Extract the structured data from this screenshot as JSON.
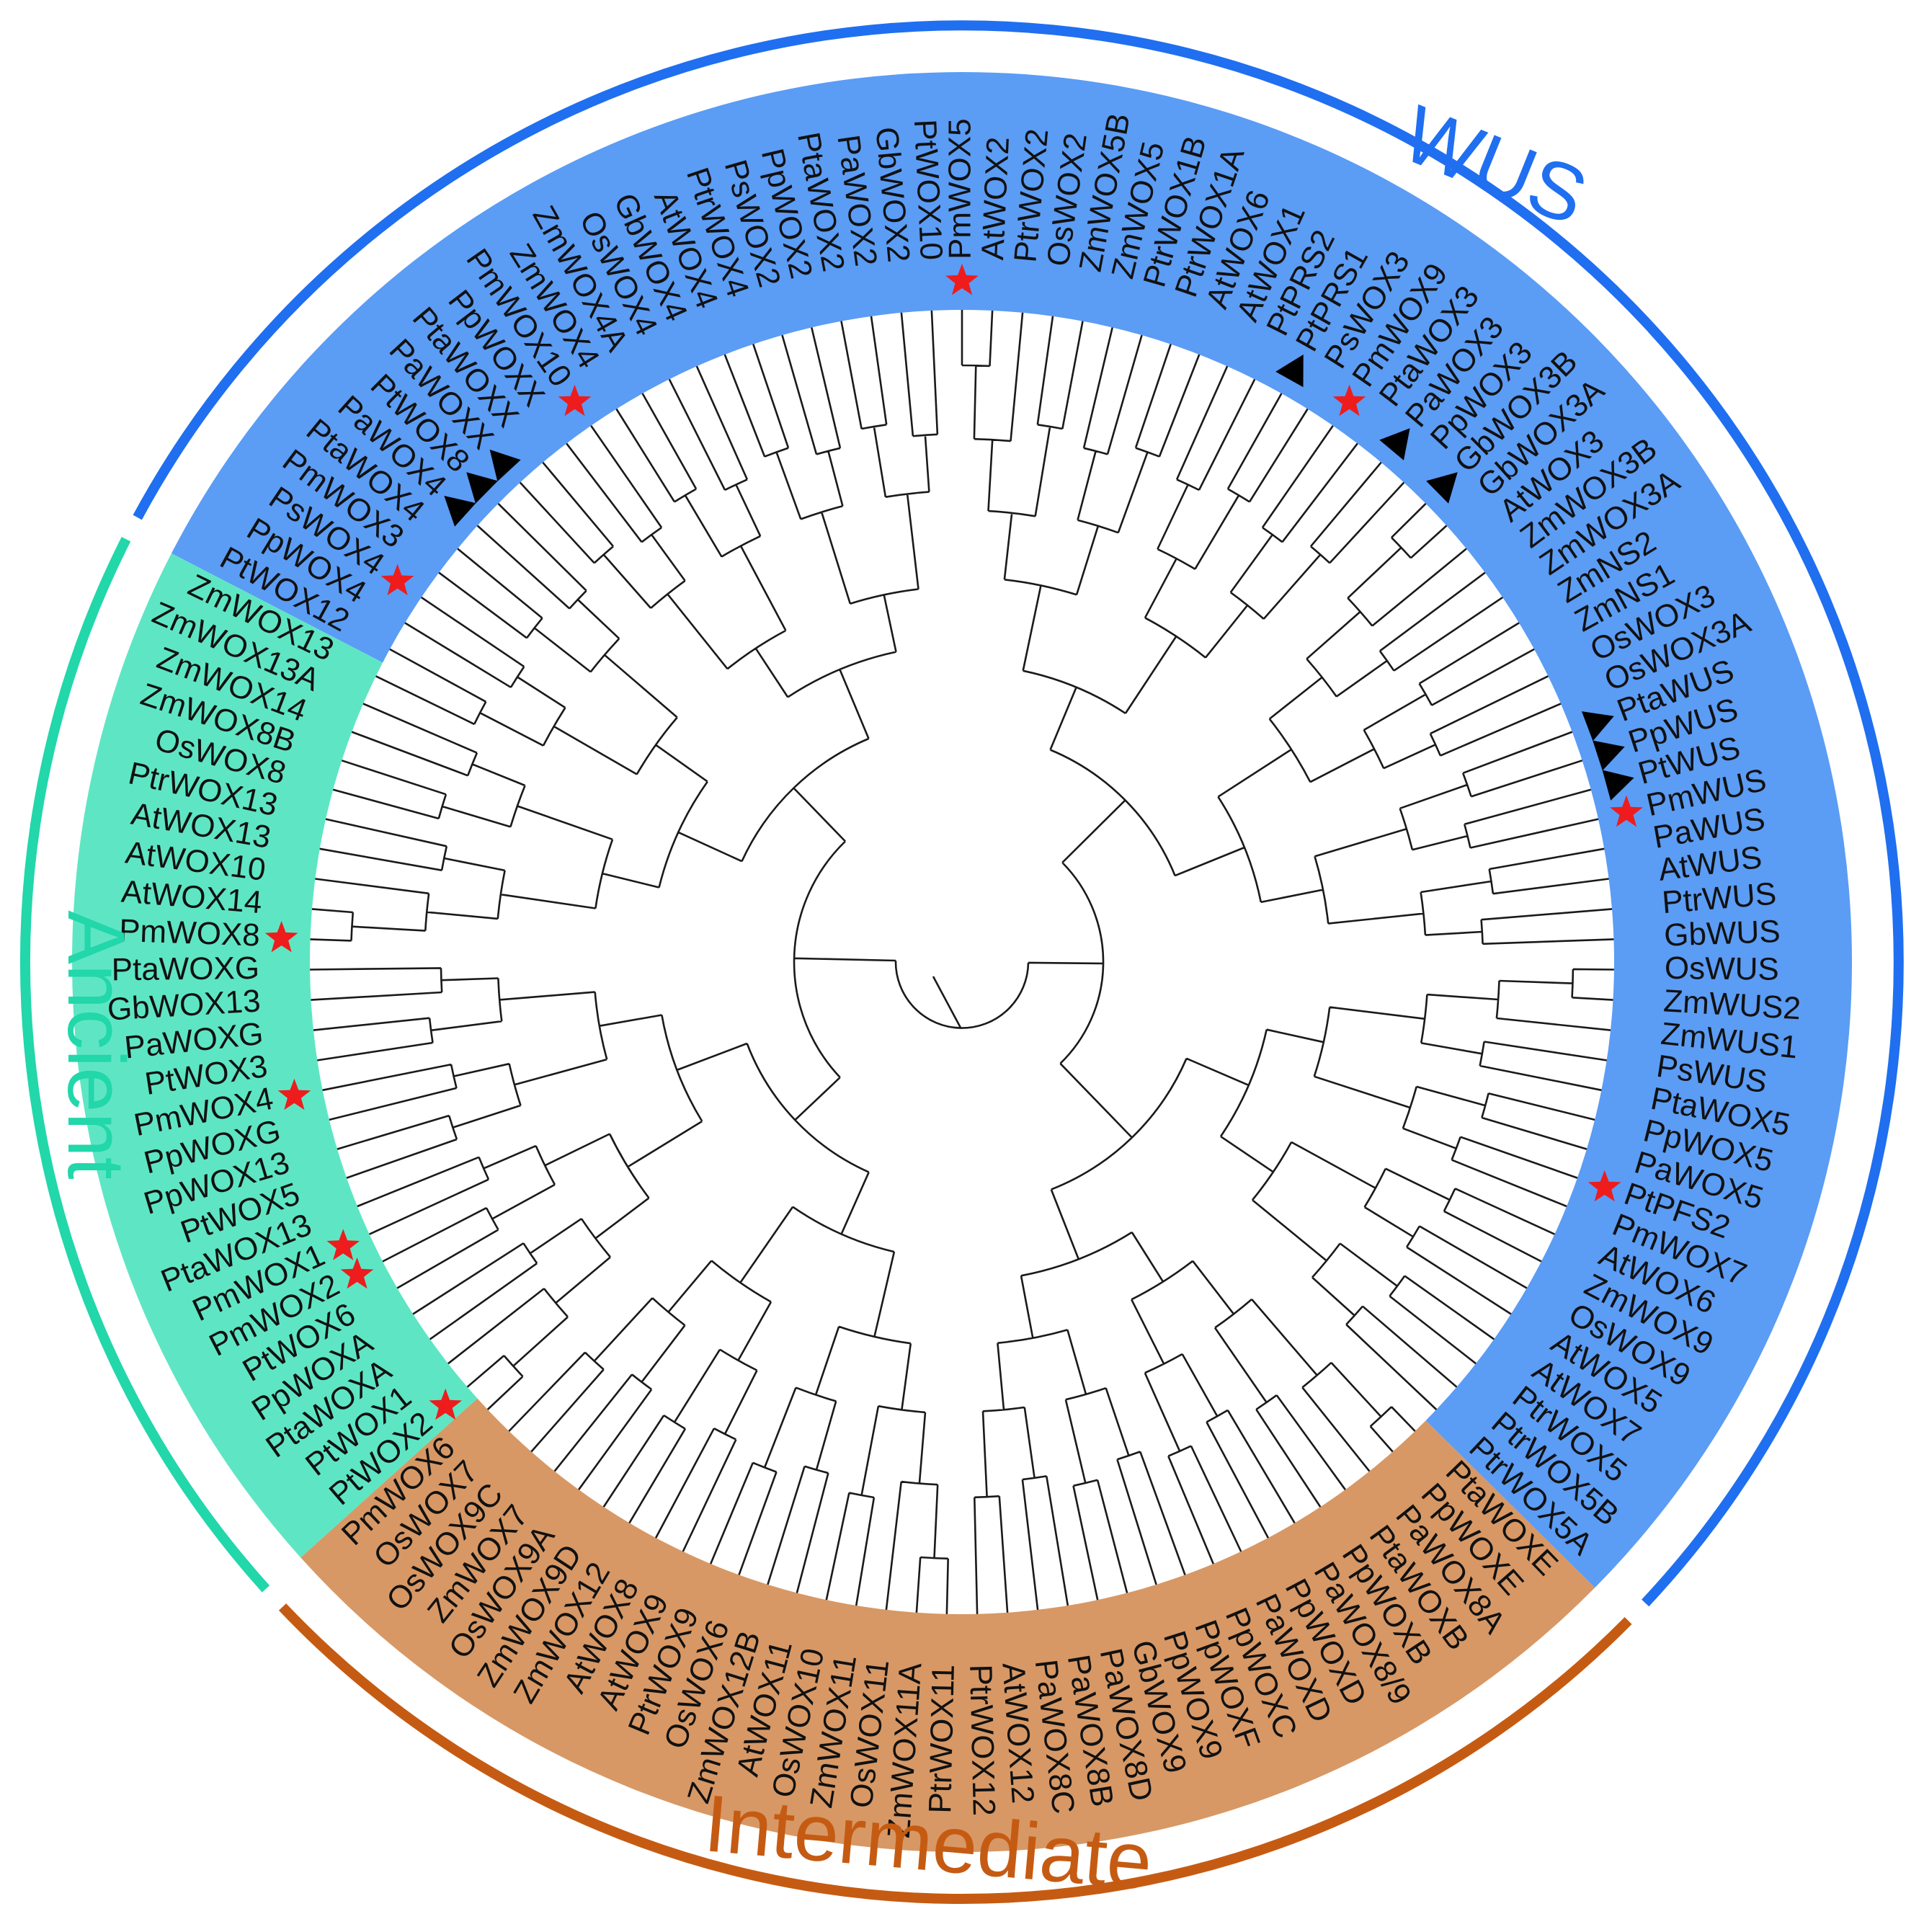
{
  "colors": {
    "wus": "#1f6ff0",
    "wus_fill": "#5b9cf5",
    "ancient": "#22d7aa",
    "ancient_fill": "#5ee6c4",
    "intermediate": "#c55b12",
    "intermediate_fill": "#d79865",
    "star": "#ee1c1c",
    "triangle": "#000000",
    "branch": "#1a1a1a"
  },
  "clades": [
    {
      "id": "wus",
      "label": "WUS"
    },
    {
      "id": "ancient",
      "label": "Ancient"
    },
    {
      "id": "intermediate",
      "label": "Intermediate"
    }
  ],
  "leaves": [
    {
      "name": "PmWOX5",
      "clade": "wus",
      "marker": "star"
    },
    {
      "name": "AtWOX2",
      "clade": "wus",
      "marker": null
    },
    {
      "name": "PtrWOX2",
      "clade": "wus",
      "marker": null
    },
    {
      "name": "OsWOX2",
      "clade": "wus",
      "marker": null
    },
    {
      "name": "ZmWOX5B",
      "clade": "wus",
      "marker": null
    },
    {
      "name": "ZmWOX5",
      "clade": "wus",
      "marker": null
    },
    {
      "name": "PtrWOX1B",
      "clade": "wus",
      "marker": null
    },
    {
      "name": "PtrWOX1A",
      "clade": "wus",
      "marker": null
    },
    {
      "name": "AtWOX6",
      "clade": "wus",
      "marker": null
    },
    {
      "name": "AtWOX1",
      "clade": "wus",
      "marker": null
    },
    {
      "name": "PtPRS2",
      "clade": "wus",
      "marker": null
    },
    {
      "name": "PtPRS1",
      "clade": "wus",
      "marker": "triangle"
    },
    {
      "name": "PsWOX3",
      "clade": "wus",
      "marker": null
    },
    {
      "name": "PmWOX9",
      "clade": "wus",
      "marker": "star"
    },
    {
      "name": "PtaWOX3",
      "clade": "wus",
      "marker": null
    },
    {
      "name": "PaWOX3",
      "clade": "wus",
      "marker": "triangle"
    },
    {
      "name": "PpWOX3",
      "clade": "wus",
      "marker": null
    },
    {
      "name": "GbWOX3B",
      "clade": "wus",
      "marker": "triangle"
    },
    {
      "name": "GbWOX3A",
      "clade": "wus",
      "marker": null
    },
    {
      "name": "AtWOX3",
      "clade": "wus",
      "marker": null
    },
    {
      "name": "ZmWOX3B",
      "clade": "wus",
      "marker": null
    },
    {
      "name": "ZmWOX3A",
      "clade": "wus",
      "marker": null
    },
    {
      "name": "ZmNS2",
      "clade": "wus",
      "marker": null
    },
    {
      "name": "ZmNS1",
      "clade": "wus",
      "marker": null
    },
    {
      "name": "OsWOX3",
      "clade": "wus",
      "marker": null
    },
    {
      "name": "OsWOX3A",
      "clade": "wus",
      "marker": null
    },
    {
      "name": "PtaWUS",
      "clade": "wus",
      "marker": "triangle"
    },
    {
      "name": "PpWUS",
      "clade": "wus",
      "marker": "triangle"
    },
    {
      "name": "PtWUS",
      "clade": "wus",
      "marker": "triangle"
    },
    {
      "name": "PmWUS",
      "clade": "wus",
      "marker": "star"
    },
    {
      "name": "PaWUS",
      "clade": "wus",
      "marker": null
    },
    {
      "name": "AtWUS",
      "clade": "wus",
      "marker": null
    },
    {
      "name": "PtrWUS",
      "clade": "wus",
      "marker": null
    },
    {
      "name": "GbWUS",
      "clade": "wus",
      "marker": null
    },
    {
      "name": "OsWUS",
      "clade": "wus",
      "marker": null
    },
    {
      "name": "ZmWUS2",
      "clade": "wus",
      "marker": null
    },
    {
      "name": "ZmWUS1",
      "clade": "wus",
      "marker": null
    },
    {
      "name": "PsWUS",
      "clade": "wus",
      "marker": null
    },
    {
      "name": "PtaWOX5",
      "clade": "wus",
      "marker": null
    },
    {
      "name": "PpWOX5",
      "clade": "wus",
      "marker": null
    },
    {
      "name": "PaWOX5",
      "clade": "wus",
      "marker": null
    },
    {
      "name": "PtPFS2",
      "clade": "wus",
      "marker": "star"
    },
    {
      "name": "PmWOX7",
      "clade": "wus",
      "marker": null
    },
    {
      "name": "AtWOX6",
      "clade": "wus",
      "marker": null
    },
    {
      "name": "ZmWOX9",
      "clade": "wus",
      "marker": null
    },
    {
      "name": "OsWOX9",
      "clade": "wus",
      "marker": null
    },
    {
      "name": "AtWOX5",
      "clade": "wus",
      "marker": null
    },
    {
      "name": "AtWOX7",
      "clade": "wus",
      "marker": null
    },
    {
      "name": "PtrWOX5",
      "clade": "wus",
      "marker": null
    },
    {
      "name": "PtrWOX5B",
      "clade": "wus",
      "marker": null
    },
    {
      "name": "PtrWOX5A",
      "clade": "wus",
      "marker": null
    },
    {
      "name": "PtaWOXE",
      "clade": "intermediate",
      "marker": null
    },
    {
      "name": "PpWOXE",
      "clade": "intermediate",
      "marker": null
    },
    {
      "name": "PaWOX8A",
      "clade": "intermediate",
      "marker": null
    },
    {
      "name": "PtaWOXB",
      "clade": "intermediate",
      "marker": null
    },
    {
      "name": "PpWOXB",
      "clade": "intermediate",
      "marker": null
    },
    {
      "name": "PaWOX8/9",
      "clade": "intermediate",
      "marker": null
    },
    {
      "name": "PpWOXD",
      "clade": "intermediate",
      "marker": null
    },
    {
      "name": "PaWOXD",
      "clade": "intermediate",
      "marker": null
    },
    {
      "name": "PpWOXC",
      "clade": "intermediate",
      "marker": null
    },
    {
      "name": "PpWOXF",
      "clade": "intermediate",
      "marker": null
    },
    {
      "name": "PpWOX9",
      "clade": "intermediate",
      "marker": null
    },
    {
      "name": "GbWOX9",
      "clade": "intermediate",
      "marker": null
    },
    {
      "name": "PaWOX8D",
      "clade": "intermediate",
      "marker": null
    },
    {
      "name": "PaWOX8B",
      "clade": "intermediate",
      "marker": null
    },
    {
      "name": "PaWOX8C",
      "clade": "intermediate",
      "marker": null
    },
    {
      "name": "AtWOX12",
      "clade": "intermediate",
      "marker": null
    },
    {
      "name": "PtrWOX12",
      "clade": "intermediate",
      "marker": null
    },
    {
      "name": "PtrWOX11",
      "clade": "intermediate",
      "marker": null
    },
    {
      "name": "ZmWOX11A",
      "clade": "intermediate",
      "marker": null
    },
    {
      "name": "OsWOX11",
      "clade": "intermediate",
      "marker": null
    },
    {
      "name": "ZmWOX11",
      "clade": "intermediate",
      "marker": null
    },
    {
      "name": "OsWOX10",
      "clade": "intermediate",
      "marker": null
    },
    {
      "name": "AtWOX11",
      "clade": "intermediate",
      "marker": null
    },
    {
      "name": "ZmWOX12B",
      "clade": "intermediate",
      "marker": null
    },
    {
      "name": "OsWOX6",
      "clade": "intermediate",
      "marker": null
    },
    {
      "name": "PtrWOX9",
      "clade": "intermediate",
      "marker": null
    },
    {
      "name": "AtWOX9",
      "clade": "intermediate",
      "marker": null
    },
    {
      "name": "AtWOX8",
      "clade": "intermediate",
      "marker": null
    },
    {
      "name": "ZmWOX12",
      "clade": "intermediate",
      "marker": null
    },
    {
      "name": "ZmWOX9D",
      "clade": "intermediate",
      "marker": null
    },
    {
      "name": "OsWOX9A",
      "clade": "intermediate",
      "marker": null
    },
    {
      "name": "ZmWOX7",
      "clade": "intermediate",
      "marker": null
    },
    {
      "name": "OsWOX9C",
      "clade": "intermediate",
      "marker": null
    },
    {
      "name": "OsWOX7",
      "clade": "intermediate",
      "marker": null
    },
    {
      "name": "PmWOX6",
      "clade": "intermediate",
      "marker": null
    },
    {
      "name": "PtWOX2",
      "clade": "ancient",
      "marker": "star"
    },
    {
      "name": "PtWOX1",
      "clade": "ancient",
      "marker": null
    },
    {
      "name": "PtaWOXA",
      "clade": "ancient",
      "marker": null
    },
    {
      "name": "PpWOXA",
      "clade": "ancient",
      "marker": null
    },
    {
      "name": "PtWOX6",
      "clade": "ancient",
      "marker": null
    },
    {
      "name": "PmWOX2",
      "clade": "ancient",
      "marker": "star"
    },
    {
      "name": "PmWOX1",
      "clade": "ancient",
      "marker": "star"
    },
    {
      "name": "PtaWOX13",
      "clade": "ancient",
      "marker": null
    },
    {
      "name": "PtWOX5",
      "clade": "ancient",
      "marker": null
    },
    {
      "name": "PpWOX13",
      "clade": "ancient",
      "marker": null
    },
    {
      "name": "PpWOXG",
      "clade": "ancient",
      "marker": null
    },
    {
      "name": "PmWOX4",
      "clade": "ancient",
      "marker": "star"
    },
    {
      "name": "PtWOX3",
      "clade": "ancient",
      "marker": null
    },
    {
      "name": "PaWOXG",
      "clade": "ancient",
      "marker": null
    },
    {
      "name": "GbWOX13",
      "clade": "ancient",
      "marker": null
    },
    {
      "name": "PtaWOXG",
      "clade": "ancient",
      "marker": null
    },
    {
      "name": "PmWOX8",
      "clade": "ancient",
      "marker": "star"
    },
    {
      "name": "AtWOX14",
      "clade": "ancient",
      "marker": null
    },
    {
      "name": "AtWOX10",
      "clade": "ancient",
      "marker": null
    },
    {
      "name": "AtWOX13",
      "clade": "ancient",
      "marker": null
    },
    {
      "name": "PtrWOX13",
      "clade": "ancient",
      "marker": null
    },
    {
      "name": "OsWOX8",
      "clade": "ancient",
      "marker": null
    },
    {
      "name": "ZmWOX8B",
      "clade": "ancient",
      "marker": null
    },
    {
      "name": "ZmWOX14",
      "clade": "ancient",
      "marker": null
    },
    {
      "name": "ZmWOX13A",
      "clade": "ancient",
      "marker": null
    },
    {
      "name": "ZmWOX13",
      "clade": "ancient",
      "marker": null
    },
    {
      "name": "PtWOX12",
      "clade": "wus",
      "marker": null
    },
    {
      "name": "PpWOX4",
      "clade": "wus",
      "marker": null
    },
    {
      "name": "PsWOX4",
      "clade": "wus",
      "marker": "star"
    },
    {
      "name": "PmWOX3",
      "clade": "wus",
      "marker": null
    },
    {
      "name": "PtaWOX4",
      "clade": "wus",
      "marker": null
    },
    {
      "name": "PaWOX4",
      "clade": "wus",
      "marker": "triangle"
    },
    {
      "name": "PtWOX8",
      "clade": "wus",
      "marker": "triangle"
    },
    {
      "name": "PaWOXX",
      "clade": "wus",
      "marker": "triangle"
    },
    {
      "name": "PtaWOXX",
      "clade": "wus",
      "marker": null
    },
    {
      "name": "PpWOXX",
      "clade": "wus",
      "marker": null
    },
    {
      "name": "PmWOX10",
      "clade": "wus",
      "marker": "star"
    },
    {
      "name": "ZmWOX4",
      "clade": "wus",
      "marker": null
    },
    {
      "name": "ZmWOX4A",
      "clade": "wus",
      "marker": null
    },
    {
      "name": "OsWOX4",
      "clade": "wus",
      "marker": null
    },
    {
      "name": "GbWOX4",
      "clade": "wus",
      "marker": null
    },
    {
      "name": "AtWOX4",
      "clade": "wus",
      "marker": null
    },
    {
      "name": "PtrWOX4",
      "clade": "wus",
      "marker": null
    },
    {
      "name": "PsWOX2",
      "clade": "wus",
      "marker": null
    },
    {
      "name": "PpWOX2",
      "clade": "wus",
      "marker": null
    },
    {
      "name": "PtaWOX2",
      "clade": "wus",
      "marker": null
    },
    {
      "name": "PaWOX2",
      "clade": "wus",
      "marker": null
    },
    {
      "name": "GbWOX2",
      "clade": "wus",
      "marker": null
    },
    {
      "name": "PtWOX10",
      "clade": "wus",
      "marker": null
    }
  ]
}
